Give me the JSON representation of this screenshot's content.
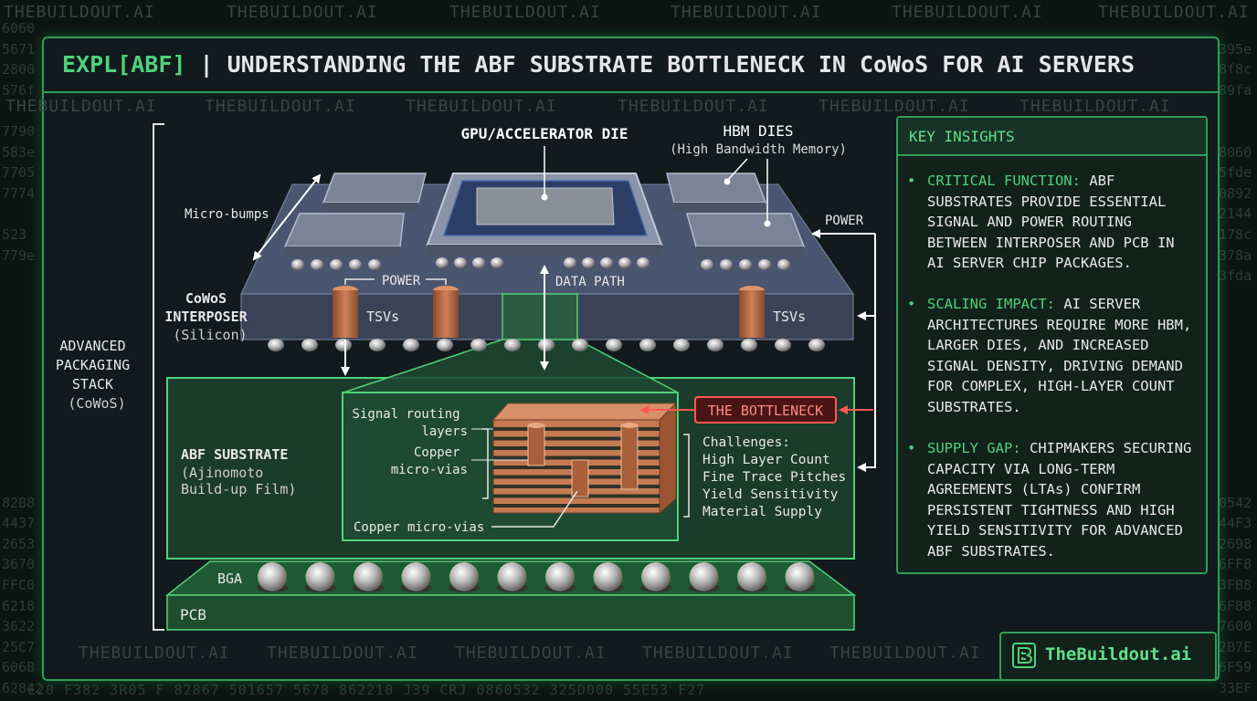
{
  "header": {
    "title_accent": "EXPL[ABF]",
    "title_text": " | UNDERSTANDING THE ABF SUBSTRATE BOTTLENECK IN CoWoS FOR AI SERVERS"
  },
  "watermark": "THEBUILDOUT.AI",
  "diagram": {
    "stack_label": [
      "ADVANCED",
      "PACKAGING",
      "STACK",
      "(CoWoS)"
    ],
    "gpu_die": "GPU/ACCELERATOR DIE",
    "hbm_dies": "HBM DIES",
    "hbm_sub": "(High Bandwidth Memory)",
    "micro_bumps": "Micro-bumps",
    "power_right": "POWER",
    "power_mid": "POWER",
    "data_path": "DATA PATH",
    "interposer": [
      "CoWoS",
      "INTERPOSER",
      "(Silicon)"
    ],
    "tsvs_left": "TSVs",
    "tsvs_right": "TSVs",
    "abf_substrate": [
      "ABF SUBSTRATE",
      "(Ajinomoto",
      "Build-up Film)"
    ],
    "signal_routing": [
      "Signal routing",
      "layers"
    ],
    "copper_vias_a": [
      "Copper",
      "micro-vias"
    ],
    "copper_vias_b": "Copper micro-vias",
    "bottleneck": "THE BOTTLENECK",
    "challenges": [
      "Challenges:",
      "High Layer Count",
      "Fine Trace Pitches",
      "Yield Sensitivity",
      "Material Supply"
    ],
    "bga": "BGA",
    "pcb": "PCB"
  },
  "insights": {
    "title": "KEY INSIGHTS",
    "items": [
      {
        "key": "CRITICAL FUNCTION:",
        "text": " ABF SUBSTRATES PROVIDE ESSENTIAL SIGNAL AND POWER ROUTING BETWEEN INTERPOSER AND PCB IN AI SERVER CHIP PACKAGES."
      },
      {
        "key": "SCALING IMPACT:",
        "text": " AI SERVER ARCHITECTURES REQUIRE MORE HBM, LARGER DIES, AND INCREASED SIGNAL DENSITY, DRIVING DEMAND FOR COMPLEX, HIGH-LAYER COUNT SUBSTRATES."
      },
      {
        "key": "SUPPLY GAP:",
        "text": " CHIPMAKERS SECURING CAPACITY VIA LONG-TERM AGREEMENTS (LTAs) CONFIRM PERSISTENT TIGHTNESS AND HIGH YIELD SENSITIVITY FOR ADVANCED ABF SUBSTRATES."
      }
    ]
  },
  "logo": {
    "text": "TheBuildout.ai"
  },
  "background": {
    "hex_left": [
      "6060",
      "5671",
      "2800",
      "576f",
      "",
      "7790",
      "583e",
      "7705",
      "7774",
      "",
      "523",
      "779e",
      "",
      "",
      "",
      "",
      "",
      "",
      "",
      "",
      "",
      "",
      "",
      "82B8",
      "4437",
      "2653",
      "3670",
      "FFC0",
      "6218",
      "3622",
      "25C7",
      "606B",
      "62842"
    ],
    "hex_right": [
      "",
      "395e",
      "8f8c",
      "89fa",
      "",
      "",
      "8060",
      "5fde",
      "0892",
      "2144",
      "178c",
      "378a",
      "3fda",
      "",
      "",
      "",
      "",
      "",
      "",
      "",
      "",
      "",
      "",
      "0542",
      "44F3",
      "2698",
      "6FF8",
      "3FB8",
      "6F88",
      "7600",
      "2B7E",
      "6F59",
      "33EF"
    ],
    "bottom_row": "E20 F382 3R05 F 82867 501657 5678 862210 J39 CRJ 0860532 325D000 55E53 F27"
  },
  "colors": {
    "accent": "#4fd27a",
    "frame": "#2e9e57",
    "bottleneck": "#ff5a52",
    "copper": "#c8734a"
  }
}
